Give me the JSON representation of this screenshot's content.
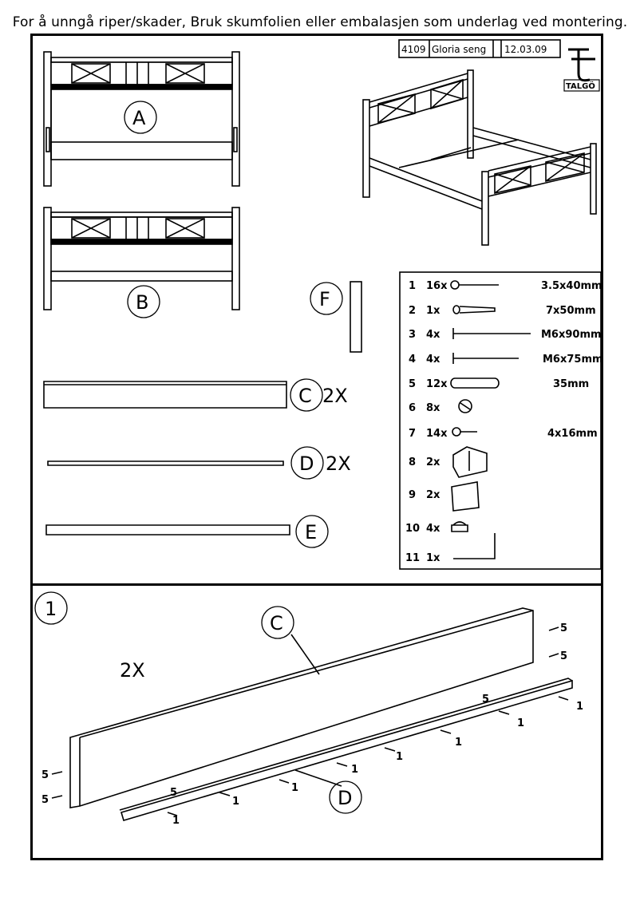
{
  "warning": "For å unngå riper/skader, Bruk skumfolien eller embalasjen som underlag ved montering.",
  "title_block": {
    "number": "4109",
    "name": "Gloria seng",
    "date": "12.03.09",
    "brand": "TALGÖ"
  },
  "parts": [
    "A",
    "B",
    "C",
    "D",
    "E",
    "F"
  ],
  "part_multipliers": {
    "C": "2X",
    "D": "2X"
  },
  "hardware": [
    {
      "num": "1",
      "qty": "16x",
      "size": "3.5x40mm"
    },
    {
      "num": "2",
      "qty": "1x",
      "size": "7x50mm"
    },
    {
      "num": "3",
      "qty": "4x",
      "size": "M6x90mm"
    },
    {
      "num": "4",
      "qty": "4x",
      "size": "M6x75mm"
    },
    {
      "num": "5",
      "qty": "12x",
      "size": "35mm"
    },
    {
      "num": "6",
      "qty": "8x",
      "size": ""
    },
    {
      "num": "7",
      "qty": "14x",
      "size": "4x16mm"
    },
    {
      "num": "8",
      "qty": "2x",
      "size": ""
    },
    {
      "num": "9",
      "qty": "2x",
      "size": ""
    },
    {
      "num": "10",
      "qty": "4x",
      "size": ""
    },
    {
      "num": "11",
      "qty": "1x",
      "size": ""
    }
  ],
  "step": {
    "number": "1",
    "multiplier": "2X",
    "part_c": "C",
    "part_d": "D",
    "callout_dowel": "5",
    "callout_screw": "1"
  }
}
